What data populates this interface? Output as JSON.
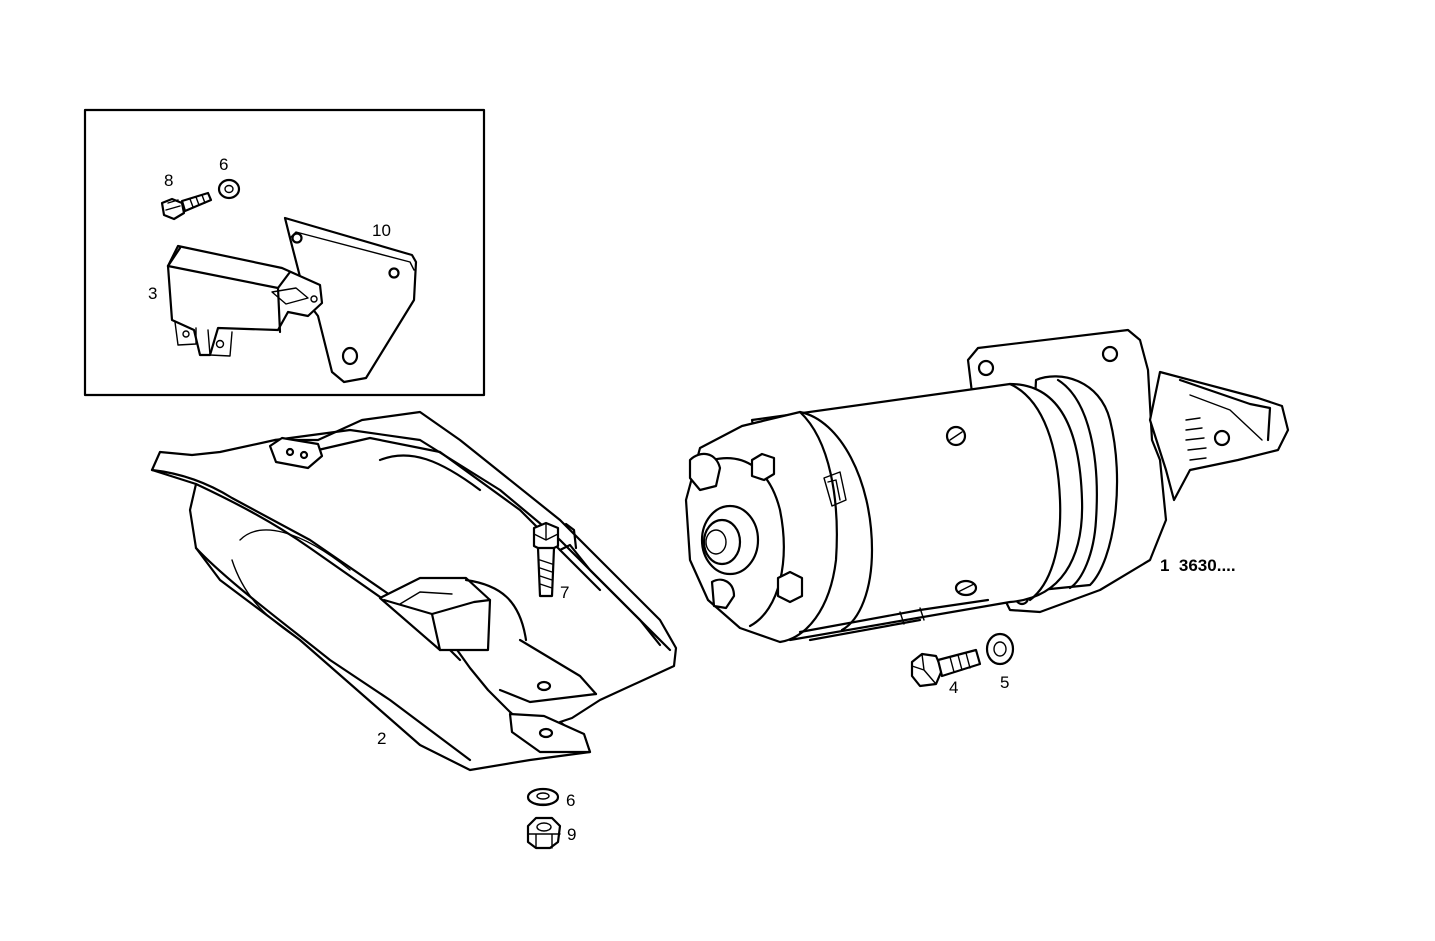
{
  "diagram": {
    "ref_code": "1  3630....",
    "callouts": {
      "inset_screw": "8",
      "inset_washer": "6",
      "inset_bracket": "10",
      "inset_relay": "3",
      "cover": "2",
      "cover_bolt": "7",
      "washer_bottom": "6",
      "nut_bottom": "9",
      "starter_bolt": "4",
      "starter_washer": "5"
    },
    "parts": [
      "starter-motor",
      "heat-shield-cover",
      "relay",
      "relay-bracket",
      "inset-screw",
      "inset-washer",
      "cover-bolt",
      "flat-washer",
      "hex-nut",
      "starter-bolt",
      "starter-washer"
    ]
  }
}
